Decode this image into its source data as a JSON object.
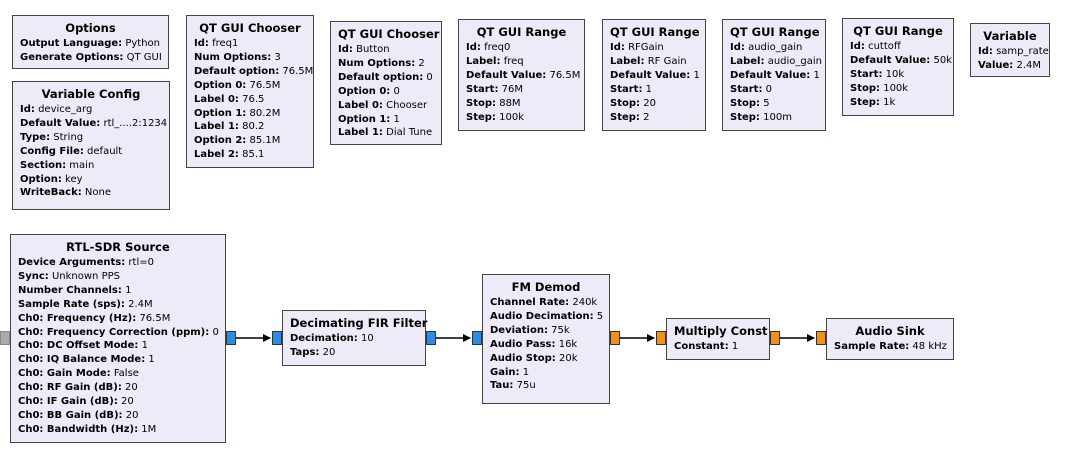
{
  "blocks": {
    "options": {
      "title": "Options",
      "params": [
        {
          "k": "Output Language:",
          "v": "Python"
        },
        {
          "k": "Generate Options:",
          "v": "QT GUI"
        }
      ]
    },
    "variable_config": {
      "title": "Variable Config",
      "params": [
        {
          "k": "Id:",
          "v": "device_arg"
        },
        {
          "k": "Default Value:",
          "v": "rtl_....2:1234"
        },
        {
          "k": "Type:",
          "v": "String"
        },
        {
          "k": "Config File:",
          "v": "default"
        },
        {
          "k": "Section:",
          "v": "main"
        },
        {
          "k": "Option:",
          "v": "key"
        },
        {
          "k": "WriteBack:",
          "v": "None"
        }
      ]
    },
    "chooser_freq1": {
      "title": "QT GUI Chooser",
      "params": [
        {
          "k": "Id:",
          "v": "freq1"
        },
        {
          "k": "Num Options:",
          "v": "3"
        },
        {
          "k": "Default option:",
          "v": "76.5M"
        },
        {
          "k": "Option 0:",
          "v": "76.5M"
        },
        {
          "k": "Label 0:",
          "v": "76.5"
        },
        {
          "k": "Option 1:",
          "v": "80.2M"
        },
        {
          "k": "Label 1:",
          "v": "80.2"
        },
        {
          "k": "Option 2:",
          "v": "85.1M"
        },
        {
          "k": "Label 2:",
          "v": "85.1"
        }
      ]
    },
    "chooser_button": {
      "title": "QT GUI Chooser",
      "params": [
        {
          "k": "Id:",
          "v": "Button"
        },
        {
          "k": "Num Options:",
          "v": "2"
        },
        {
          "k": "Default option:",
          "v": "0"
        },
        {
          "k": "Option 0:",
          "v": "0"
        },
        {
          "k": "Label 0:",
          "v": "Chooser"
        },
        {
          "k": "Option 1:",
          "v": "1"
        },
        {
          "k": "Label 1:",
          "v": "Dial Tune"
        }
      ]
    },
    "range_freq0": {
      "title": "QT GUI Range",
      "params": [
        {
          "k": "Id:",
          "v": "freq0"
        },
        {
          "k": "Label:",
          "v": "freq"
        },
        {
          "k": "Default Value:",
          "v": "76.5M"
        },
        {
          "k": "Start:",
          "v": "76M"
        },
        {
          "k": "Stop:",
          "v": "88M"
        },
        {
          "k": "Step:",
          "v": "100k"
        }
      ]
    },
    "range_rfgain": {
      "title": "QT GUI Range",
      "params": [
        {
          "k": "Id:",
          "v": "RFGain"
        },
        {
          "k": "Label:",
          "v": "RF Gain"
        },
        {
          "k": "Default Value:",
          "v": "1"
        },
        {
          "k": "Start:",
          "v": "1"
        },
        {
          "k": "Stop:",
          "v": "20"
        },
        {
          "k": "Step:",
          "v": "2"
        }
      ]
    },
    "range_audio_gain": {
      "title": "QT GUI Range",
      "params": [
        {
          "k": "Id:",
          "v": "audio_gain"
        },
        {
          "k": "Label:",
          "v": "audio_gain"
        },
        {
          "k": "Default Value:",
          "v": "1"
        },
        {
          "k": "Start:",
          "v": "0"
        },
        {
          "k": "Stop:",
          "v": "5"
        },
        {
          "k": "Step:",
          "v": "100m"
        }
      ]
    },
    "range_cuttoff": {
      "title": "QT GUI Range",
      "params": [
        {
          "k": "Id:",
          "v": "cuttoff"
        },
        {
          "k": "Default Value:",
          "v": "50k"
        },
        {
          "k": "Start:",
          "v": "10k"
        },
        {
          "k": "Stop:",
          "v": "100k"
        },
        {
          "k": "Step:",
          "v": "1k"
        }
      ]
    },
    "variable_samp_rate": {
      "title": "Variable",
      "params": [
        {
          "k": "Id:",
          "v": "samp_rate"
        },
        {
          "k": "Value:",
          "v": "2.4M"
        }
      ]
    },
    "rtl_sdr_source": {
      "title": "RTL-SDR Source",
      "params": [
        {
          "k": "Device Arguments:",
          "v": "rtl=0"
        },
        {
          "k": "Sync:",
          "v": "Unknown PPS"
        },
        {
          "k": "Number Channels:",
          "v": "1"
        },
        {
          "k": "Sample Rate (sps):",
          "v": "2.4M"
        },
        {
          "k": "Ch0: Frequency (Hz):",
          "v": "76.5M"
        },
        {
          "k": "Ch0: Frequency Correction (ppm):",
          "v": "0"
        },
        {
          "k": "Ch0: DC Offset Mode:",
          "v": "1"
        },
        {
          "k": "Ch0: IQ Balance Mode:",
          "v": "1"
        },
        {
          "k": "Ch0: Gain Mode:",
          "v": "False"
        },
        {
          "k": "Ch0: RF Gain (dB):",
          "v": "20"
        },
        {
          "k": "Ch0: IF Gain (dB):",
          "v": "20"
        },
        {
          "k": "Ch0: BB Gain (dB):",
          "v": "20"
        },
        {
          "k": "Ch0: Bandwidth (Hz):",
          "v": "1M"
        }
      ]
    },
    "decimating_fir": {
      "title": "Decimating FIR Filter",
      "params": [
        {
          "k": "Decimation:",
          "v": "10"
        },
        {
          "k": "Taps:",
          "v": "20"
        }
      ]
    },
    "fm_demod": {
      "title": "FM Demod",
      "params": [
        {
          "k": "Channel Rate:",
          "v": "240k"
        },
        {
          "k": "Audio Decimation:",
          "v": "5"
        },
        {
          "k": "Deviation:",
          "v": "75k"
        },
        {
          "k": "Audio Pass:",
          "v": "16k"
        },
        {
          "k": "Audio Stop:",
          "v": "20k"
        },
        {
          "k": "Gain:",
          "v": "1"
        },
        {
          "k": "Tau:",
          "v": "75u"
        }
      ]
    },
    "multiply_const": {
      "title": "Multiply Const",
      "params": [
        {
          "k": "Constant:",
          "v": "1"
        }
      ]
    },
    "audio_sink": {
      "title": "Audio Sink",
      "params": [
        {
          "k": "Sample Rate:",
          "v": "48 kHz"
        }
      ]
    }
  },
  "colors": {
    "block_fill": "#eeeaf7",
    "port_complex": "#2b8ce6",
    "port_float": "#f39019",
    "port_message": "#aaaaaa"
  }
}
